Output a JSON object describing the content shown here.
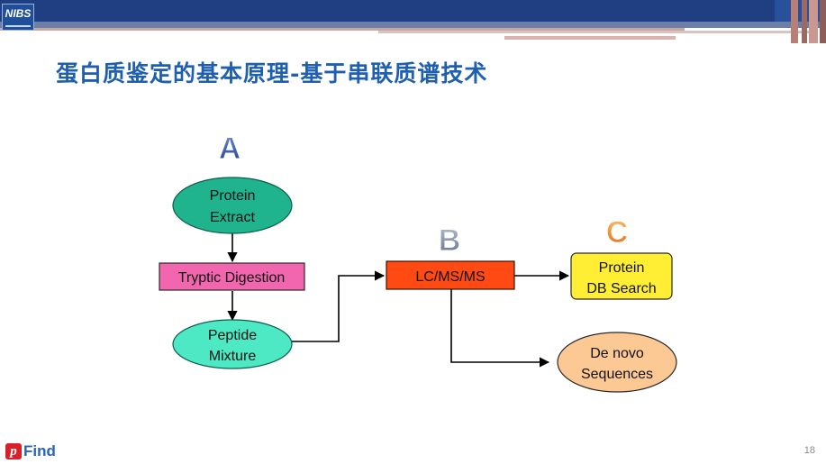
{
  "header": {
    "logo_text": "NIBS"
  },
  "slide": {
    "title": "蛋白质鉴定的基本原理-基于串联质谱技术"
  },
  "diagram": {
    "letters": {
      "a": "A",
      "b": "B",
      "c": "C"
    },
    "nodes": {
      "protein_extract": {
        "line1": "Protein",
        "line2": "Extract"
      },
      "tryptic_digestion": {
        "label": "Tryptic Digestion"
      },
      "peptide_mixture": {
        "line1": "Peptide",
        "line2": "Mixture"
      },
      "lcmsms": {
        "label": "LC/MS/MS"
      },
      "protein_db_search": {
        "line1": "Protein",
        "line2": "DB Search"
      },
      "de_novo": {
        "line1": "De novo",
        "line2": "Sequences"
      }
    },
    "colors": {
      "protein_extract": "#1fb38e",
      "tryptic_digestion": "#f266b0",
      "peptide_mixture": "#4de8c4",
      "lcmsms": "#ff4a14",
      "protein_db_search": "#ffee33",
      "de_novo": "#fcc894",
      "letter_a": "#3a5fb8",
      "letter_b": "#7f8fa6",
      "letter_c": "#f08a24",
      "title": "#1f5fb0"
    }
  },
  "footer": {
    "brand_p": "p",
    "brand_word": "Find",
    "page_number": "18"
  }
}
